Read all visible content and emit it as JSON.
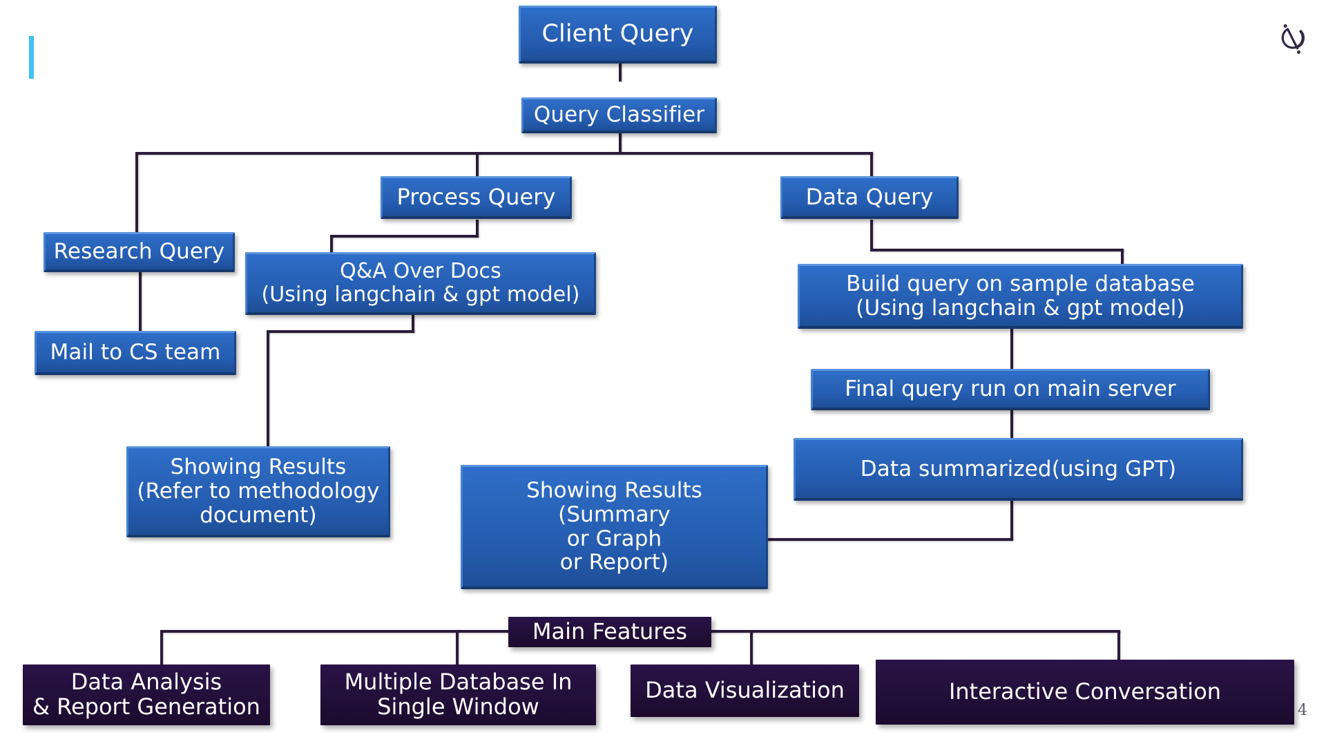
{
  "slide": {
    "page_number": "4",
    "accent_color": "#3EC1F3",
    "node_color": "#2C69C0",
    "feature_color": "#24103C",
    "connector_color": "#2C1C3A",
    "logo_name": "circle-slash-logo"
  },
  "flow": {
    "client_query": "Client Query",
    "query_classifier": "Query Classifier",
    "process_query": "Process Query",
    "data_query": "Data Query",
    "research_query": "Research Query",
    "mail_to_cs_team": "Mail to CS team",
    "qa_over_docs": "Q&A Over Docs\n(Using langchain & gpt model)",
    "build_query": "Build query on sample database\n(Using langchain & gpt model)",
    "final_query": "Final query run on main server",
    "data_summarized": "Data summarized(using GPT)",
    "showing_results_methodology": "Showing Results\n(Refer to methodology\ndocument)",
    "showing_results_summary": "Showing Results\n(Summary\nor Graph\nor Report)"
  },
  "features": {
    "title": "Main Features",
    "items": [
      {
        "label": "Data Analysis\n& Report Generation"
      },
      {
        "label": "Multiple Database In\nSingle Window"
      },
      {
        "label": "Data Visualization"
      },
      {
        "label": "Interactive Conversation"
      }
    ]
  }
}
